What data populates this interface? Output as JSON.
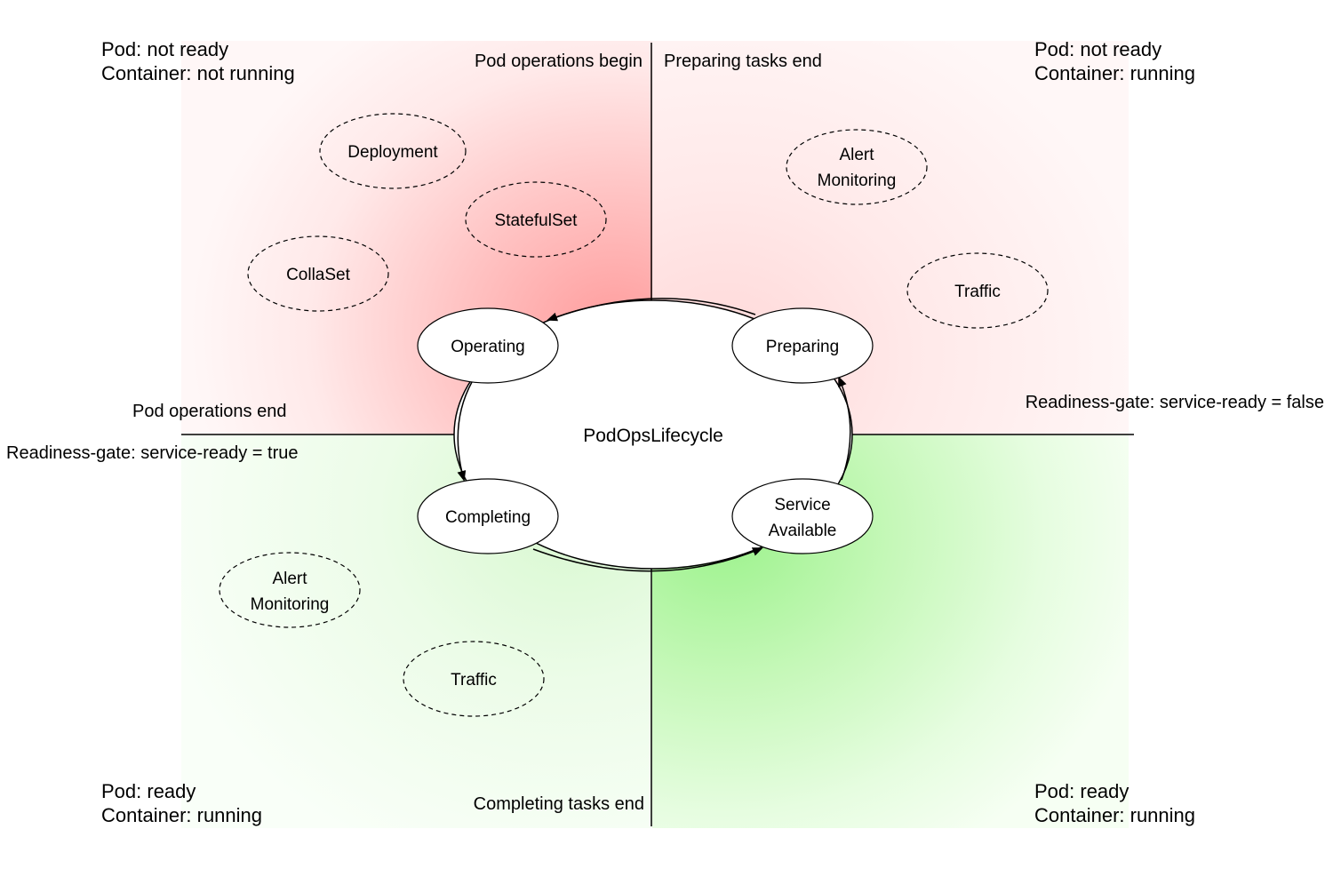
{
  "quadrants": {
    "top_left": {
      "state": "Pod: not ready\nContainer: not running",
      "corner_label": "Pod operations begin",
      "side_label": "Pod operations end"
    },
    "top_right": {
      "state": "Pod: not ready\nContainer: running",
      "corner_label": "Preparing tasks end",
      "side_label": "Readiness-gate: service-ready = false"
    },
    "bottom_left": {
      "state": "Pod: ready\nContainer: running",
      "corner_label": "Completing tasks end",
      "side_label": "Readiness-gate: service-ready = true"
    },
    "bottom_right": {
      "state": "Pod: ready\nContainer: running"
    }
  },
  "center": {
    "label": "PodOpsLifecycle"
  },
  "stages": {
    "operating": "Operating",
    "preparing": "Preparing",
    "completing": "Completing",
    "service_available": [
      "Service",
      "Available"
    ]
  },
  "groups": {
    "operating_targets": [
      "Deployment",
      "StatefulSet",
      "CollaSet"
    ],
    "preparing_targets": {
      "alert_monitoring": [
        "Alert",
        "Monitoring"
      ],
      "traffic": "Traffic"
    },
    "completing_targets": {
      "alert_monitoring": [
        "Alert",
        "Monitoring"
      ],
      "traffic": "Traffic"
    }
  },
  "colors": {
    "operating_area": "#ff9c9c",
    "service_area": "#9cf28c",
    "line": "#000000"
  }
}
